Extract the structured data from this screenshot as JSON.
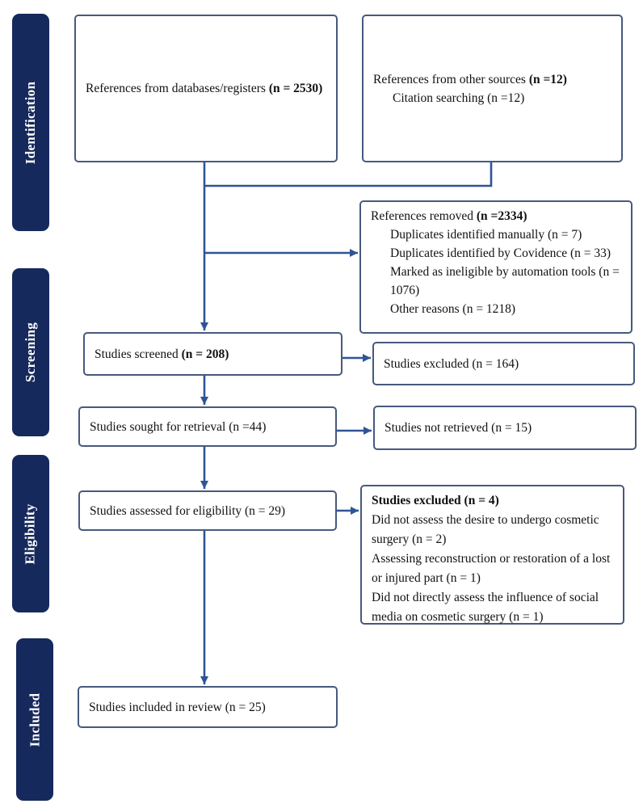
{
  "diagram_type": "PRISMA flow diagram",
  "colors": {
    "stage_bar": "#16295C",
    "box_border": "#47597E",
    "arrow": "#2F5496",
    "stage_label_text": "#FFFFFF"
  },
  "stages": [
    {
      "label": "Identification"
    },
    {
      "label": "Screening"
    },
    {
      "label": "Eligibility"
    },
    {
      "label": "Included"
    }
  ],
  "boxes": {
    "databases": {
      "text": "References from databases/registers ",
      "bold": "(n = 2530)"
    },
    "other_sources": {
      "text": "References from other sources ",
      "bold": "(n =12)",
      "sub": "Citation searching (n =12)"
    },
    "removed": {
      "text": "References removed ",
      "bold": "(n =2334)",
      "items": [
        "Duplicates identified manually (n = 7)",
        "Duplicates identified by Covidence (n = 33)",
        "Marked as ineligible by automation tools (n = 1076)",
        "Other reasons (n = 1218)"
      ]
    },
    "screened": {
      "text": "Studies screened ",
      "bold": "(n = 208)"
    },
    "excluded_screening": {
      "text": "Studies excluded (n = 164)"
    },
    "sought": {
      "text": "Studies sought for retrieval (n =44)"
    },
    "not_retrieved": {
      "text": "Studies not retrieved (n = 15)"
    },
    "assessed": {
      "text": "Studies assessed for eligibility (n = 29)"
    },
    "excluded_eligibility": {
      "bold": "Studies excluded (n = 4)",
      "items": [
        "Did not assess the desire to undergo cosmetic surgery (n = 2)",
        "Assessing reconstruction or restoration of a lost or injured part (n = 1)",
        "Did not directly assess the influence of social media on cosmetic surgery (n = 1)"
      ]
    },
    "included": {
      "text": "Studies included in review (n = 25)"
    }
  }
}
